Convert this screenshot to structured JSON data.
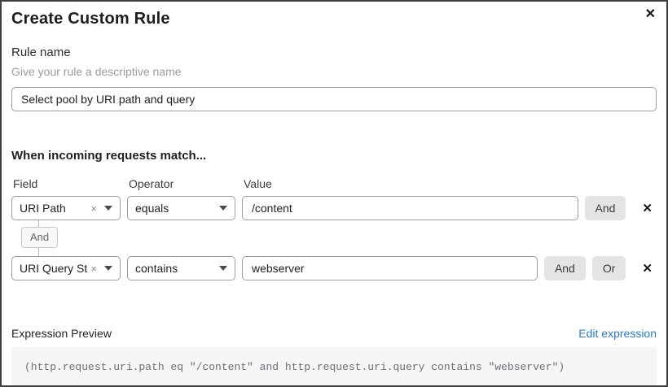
{
  "dialog": {
    "title": "Create Custom Rule"
  },
  "icons": {
    "close": "✕",
    "row_delete": "✕",
    "clear_selection": "×"
  },
  "rule_name": {
    "label": "Rule name",
    "hint": "Give your rule a descriptive name",
    "value": "Select pool by URI path and query"
  },
  "matcher": {
    "heading": "When incoming requests match...",
    "columns": {
      "field": "Field",
      "operator": "Operator",
      "value": "Value"
    },
    "connector_label": "And",
    "rows": [
      {
        "field": "URI Path",
        "operator": "equals",
        "value": "/content",
        "buttons": {
          "and": "And"
        }
      },
      {
        "field": "URI Query St...",
        "operator": "contains",
        "value": "webserver",
        "buttons": {
          "and": "And",
          "or": "Or"
        }
      }
    ]
  },
  "expression": {
    "label": "Expression Preview",
    "edit_link": "Edit expression",
    "code": "(http.request.uri.path eq \"/content\" and http.request.uri.query contains \"webserver\")"
  },
  "colors": {
    "link": "#2f7bbf",
    "button_bg": "#e4e4e4",
    "code_bg": "#f5f5f5",
    "input_border": "#999ea5"
  }
}
